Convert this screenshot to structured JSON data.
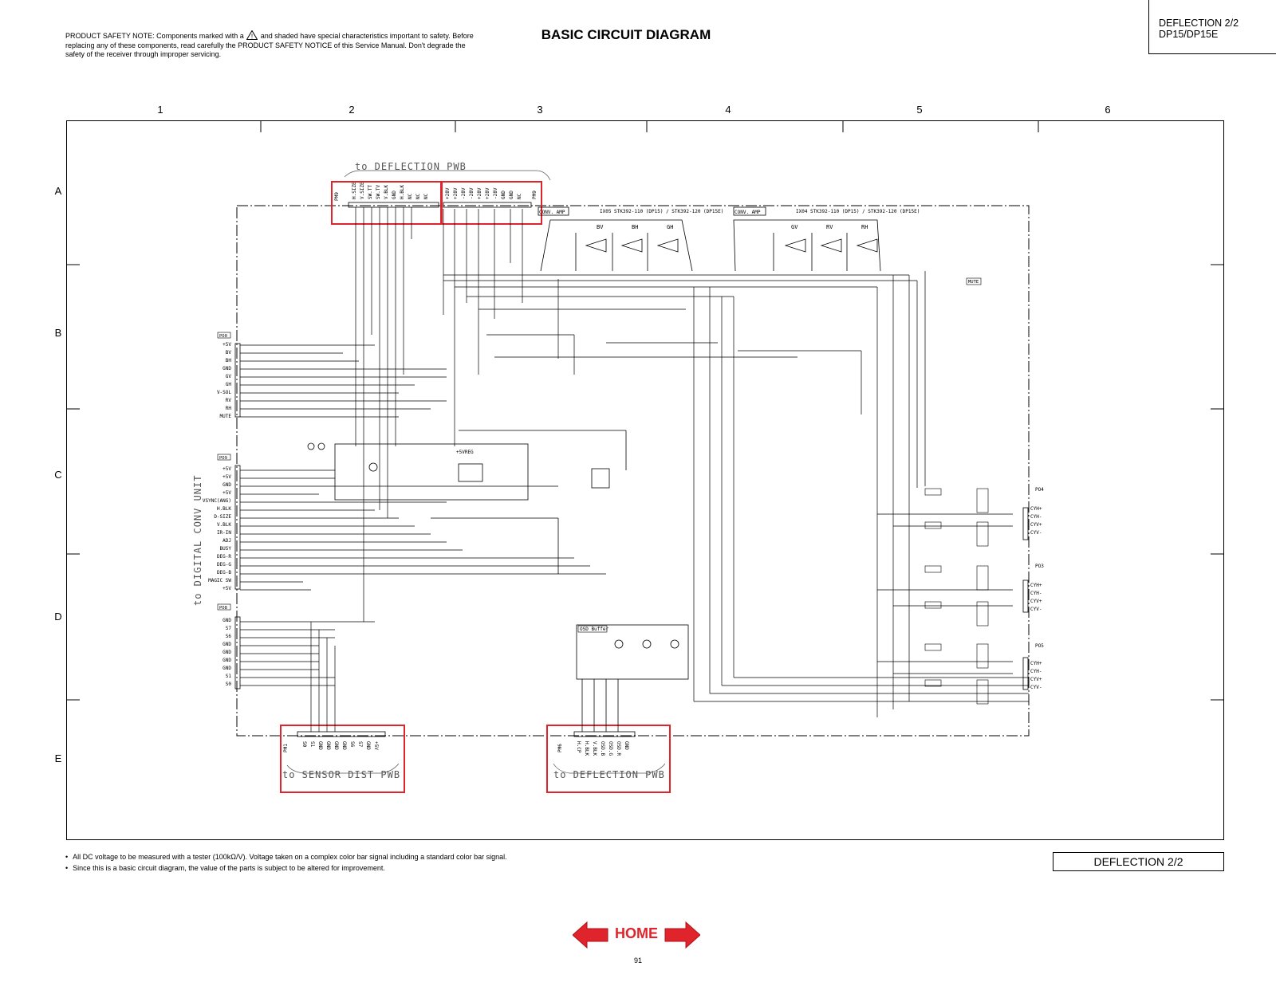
{
  "safety_note": {
    "before": "PRODUCT SAFETY NOTE: Components marked with a",
    "after": "and shaded have special characteristics important to safety. Before replacing any of these components, read carefully the PRODUCT SAFETY NOTICE of this Service Manual. Don't degrade the safety of the receiver through improper servicing."
  },
  "title": "BASIC CIRCUIT DIAGRAM",
  "model_box": {
    "line1": "DEFLECTION 2/2",
    "line2": "DP15/DP15E"
  },
  "grid": {
    "columns": [
      "1",
      "2",
      "3",
      "4",
      "5",
      "6"
    ],
    "rows": [
      "A",
      "B",
      "C",
      "D",
      "E"
    ]
  },
  "diagram": {
    "top_connector_caption": "to DEFLECTION PWB",
    "top_left_connector_id": "PM9",
    "top_left_pins": [
      "H.SIZE",
      "V.SIZE",
      "SW.TT",
      "SW.TV",
      "V.BLK",
      "GND",
      "H.BLK",
      "NC",
      "NC",
      "NC"
    ],
    "top_right_connector_id": "PM9",
    "top_right_pins": [
      "+28V",
      "+28V",
      "-28V",
      "-28V",
      "+28V",
      "+28V",
      "-28V",
      "GND",
      "GND",
      "NC"
    ],
    "conv_amp_left": "CONV. AMP",
    "ic_left": "IX05  STK392-110 (DP15) / STK392-120 (DP15E)",
    "conv_amp_right": "CONV. AMP",
    "ic_right": "IX04  STK392-110 (DP15) / STK392-120 (DP15E)",
    "amp_labels_left": [
      "BV",
      "BH",
      "GH"
    ],
    "amp_labels_right": [
      "GV",
      "RV",
      "RH"
    ],
    "mute_label": "MUTE",
    "b_connector_id": "PO0",
    "b_connector_pins": [
      "+5V",
      "BV",
      "BH",
      "GND",
      "GV",
      "GH",
      "V-SOL",
      "RV",
      "RH",
      "MUTE"
    ],
    "c_connector_id": "PO9",
    "c_connector_pins": [
      "+5V",
      "+5V",
      "GND",
      "+5V",
      "VSYNC(ANG)",
      "H.BLK",
      "D-SIZE",
      "V.BLK",
      "IR-IN",
      "ADJ",
      "BUSY",
      "DEG-R",
      "DEG-G",
      "DEG-B",
      "MAGIC SW",
      "+5V"
    ],
    "d_connector_id": "PO8",
    "d_connector_pins": [
      "GND",
      "S7",
      "S6",
      "GND",
      "GND",
      "GND",
      "GND",
      "S1",
      "S0"
    ],
    "side_text": "to DIGITAL CONV UNIT",
    "reg_label": "+5VREG",
    "buffer_label": "OSD Buffer",
    "right_connector_labels": [
      "PO4",
      "PO3",
      "PO5"
    ],
    "right_pins": [
      "CYH+",
      "CYH-",
      "CYV+",
      "CYV-"
    ],
    "bottom_left_connector_id": "PM1",
    "bottom_left_pins": [
      "S0",
      "S1",
      "GND",
      "GND",
      "GND",
      "GND",
      "S6",
      "S7",
      "GND",
      "+5V"
    ],
    "bottom_left_caption": "to SENSOR DIST PWB",
    "bottom_right_connector_id": "PM6",
    "bottom_right_pins": [
      "H.CP",
      "H.BLK",
      "V.BLK",
      "OSD.B",
      "OSD.G",
      "OSD.R",
      "GND"
    ],
    "bottom_right_caption": "to DEFLECTION PWB"
  },
  "notes": [
    "All DC voltage to be measured with a tester (100kΩ/V). Voltage taken on a complex color bar signal including a standard color bar signal.",
    "Since this is a basic circuit diagram, the value of the parts is subject to be altered for improvement."
  ],
  "footer_label": "DEFLECTION 2/2",
  "home_button": {
    "label": "HOME"
  },
  "page_number": "91",
  "colors": {
    "highlight": "#e0242b",
    "home_red": "#e0242b",
    "line": "#000000"
  }
}
